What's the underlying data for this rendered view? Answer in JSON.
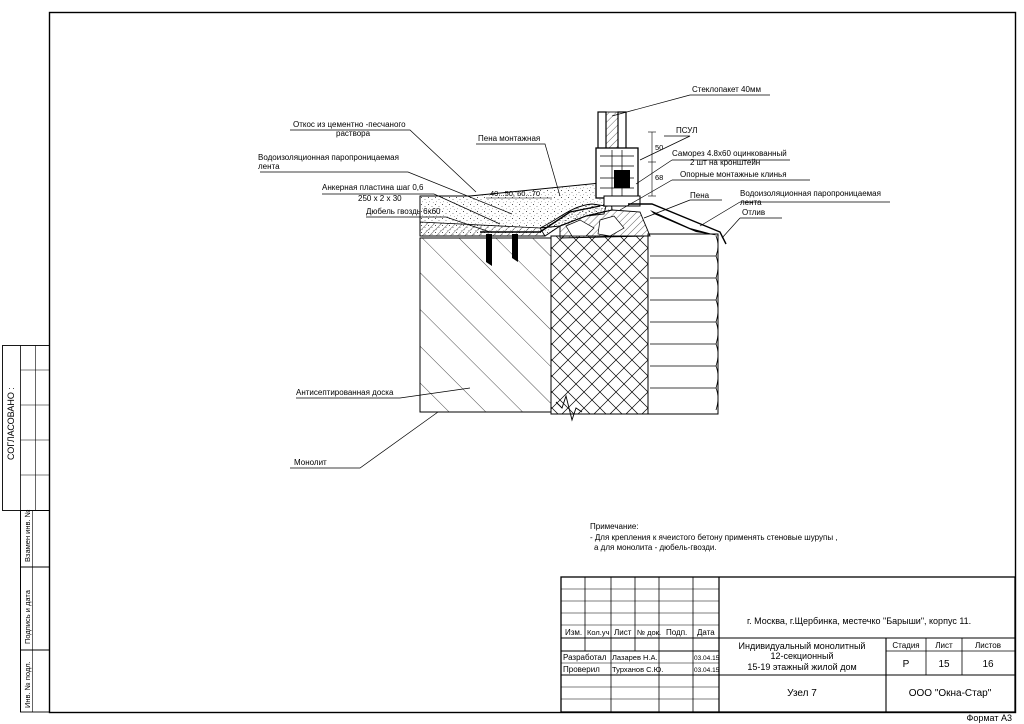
{
  "callouts": {
    "steklopaket": "Стеклопакет 40мм",
    "otkos_1": "Откос из цементно -песчаного",
    "otkos_2": "раствора",
    "pena_montazhnaya": "Пена монтажная",
    "psul": "ПСУЛ",
    "samorez_1": "Саморез 4.8х60 оцинкованный",
    "samorez_2": "2 шт на кронштейн",
    "vodoizol_left_1": "Водоизоляционная паропроницаемая",
    "vodoizol_left_2": "лента",
    "opornye_klinya": "Опорные монтажные клинья",
    "ankernaya_1": "Анкерная пластина шаг 0,6",
    "ankernaya_2": "250 х 2 х 30",
    "pena": "Пена",
    "vodoizol_right_1": "Водоизоляционная паропроницаемая",
    "vodoizol_right_2": "лента",
    "dyubel": "Дюбель гвоздь 6х60",
    "otliv": "Отлив",
    "antiseptirovannaya": "Антисептированная доска",
    "monolit": "Монолит"
  },
  "dimensions": {
    "d50": "50",
    "d68": "68",
    "d40_70": "40...50, 60...70"
  },
  "note": {
    "title": "Примечание:",
    "line1": "- Для крепления к ячеистого бетону применять стеновые шурупы  ,",
    "line2": "а для монолита - дюбель-гвозди."
  },
  "side_stamp": {
    "soglasovano": "СОГЛАСОВАНО :",
    "vzam_inv": "Взамен инв. №",
    "podpis": "Подпись и дата",
    "inv_podl": "Инв. № подл."
  },
  "title_block": {
    "address": "г. Москва, г.Щербинка, местечко \"Барыши\", корпус 11.",
    "project_1": "Индивидуальный монолитный",
    "project_2": "12-секционный",
    "project_3": "15-19 этажный жилой дом",
    "sheet_name": "Узел 7",
    "company": "ООО \"Окна-Стар\"",
    "stadiya_label": "Стадия",
    "list_label": "Лист",
    "listov_label": "Листов",
    "stadiya_value": "Р",
    "list_value": "15",
    "listov_value": "16",
    "headers": {
      "izm": "Изм.",
      "kol_uch": "Кол.уч",
      "list": "Лист",
      "no_dok": "№ док.",
      "podp": "Подп.",
      "data": "Дата"
    },
    "row1_role": "Разработал",
    "row1_name": "Лазарев Н.А.",
    "row1_date": "03.04.15",
    "row2_role": "Проверил",
    "row2_name": "Турханов С.Ю.",
    "row2_date": "03.04.15"
  },
  "format": "Формат А3"
}
